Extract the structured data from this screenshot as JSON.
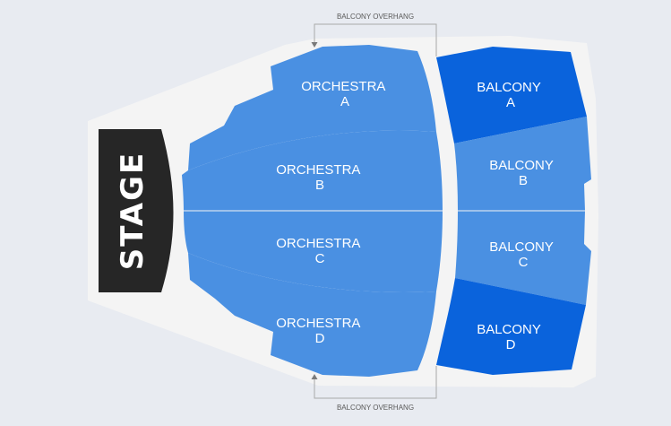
{
  "stage": {
    "label": "STAGE"
  },
  "notes": {
    "top": "BALCONY OVERHANG",
    "bottom": "BALCONY OVERHANG"
  },
  "sections": {
    "orchestra_a": {
      "line1": "ORCHESTRA",
      "line2": "A"
    },
    "orchestra_b": {
      "line1": "ORCHESTRA",
      "line2": "B"
    },
    "orchestra_c": {
      "line1": "ORCHESTRA",
      "line2": "C"
    },
    "orchestra_d": {
      "line1": "ORCHESTRA",
      "line2": "D"
    },
    "balcony_a": {
      "line1": "BALCONY",
      "line2": "A"
    },
    "balcony_b": {
      "line1": "BALCONY",
      "line2": "B"
    },
    "balcony_c": {
      "line1": "BALCONY",
      "line2": "C"
    },
    "balcony_d": {
      "line1": "BALCONY",
      "line2": "D"
    }
  },
  "colors": {
    "background": "#e8ebf1",
    "venue_floor": "#f4f4f4",
    "stage": "#262626",
    "section_light": "#4a90e2",
    "section_dark": "#0a63dc",
    "bracket": "#a9a9a9"
  }
}
